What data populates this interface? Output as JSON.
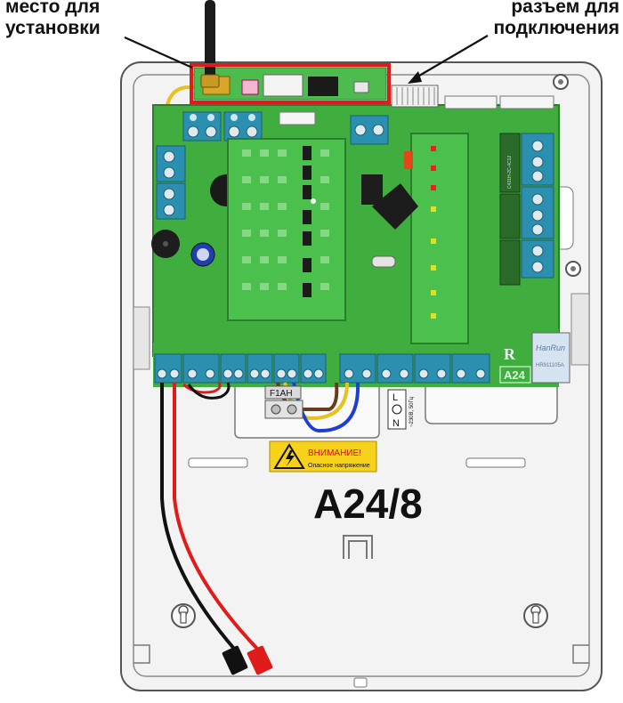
{
  "callouts": {
    "left": {
      "line1": "место для",
      "line2": "установки"
    },
    "right": {
      "line1": "разъем для",
      "line2": "подключения"
    }
  },
  "board": {
    "fuse_label": "F1AH",
    "brand_letter": "R",
    "model_badge": "A24",
    "ethernet_brand": "HanRun",
    "ethernet_part": "HR911105A",
    "relay_text": "C431H-2C-4C12"
  },
  "mains": {
    "l_label": "L",
    "n_label": "N",
    "voltage": "~230В, 50Гц"
  },
  "warning": {
    "title": "ВНИМАНИЕ!",
    "subtitle": "Опасное напряжение"
  },
  "model_title": "A24/8",
  "colors": {
    "board_green": "#3fae3f",
    "terminal_blue": "#2b8fb0",
    "highlight_red": "#e01b1b",
    "wire_red": "#e01b1b",
    "wire_black": "#111111",
    "wire_yellow": "#e8c020",
    "wire_blue": "#1f3fd0",
    "warning_yellow": "#f7d21c"
  }
}
